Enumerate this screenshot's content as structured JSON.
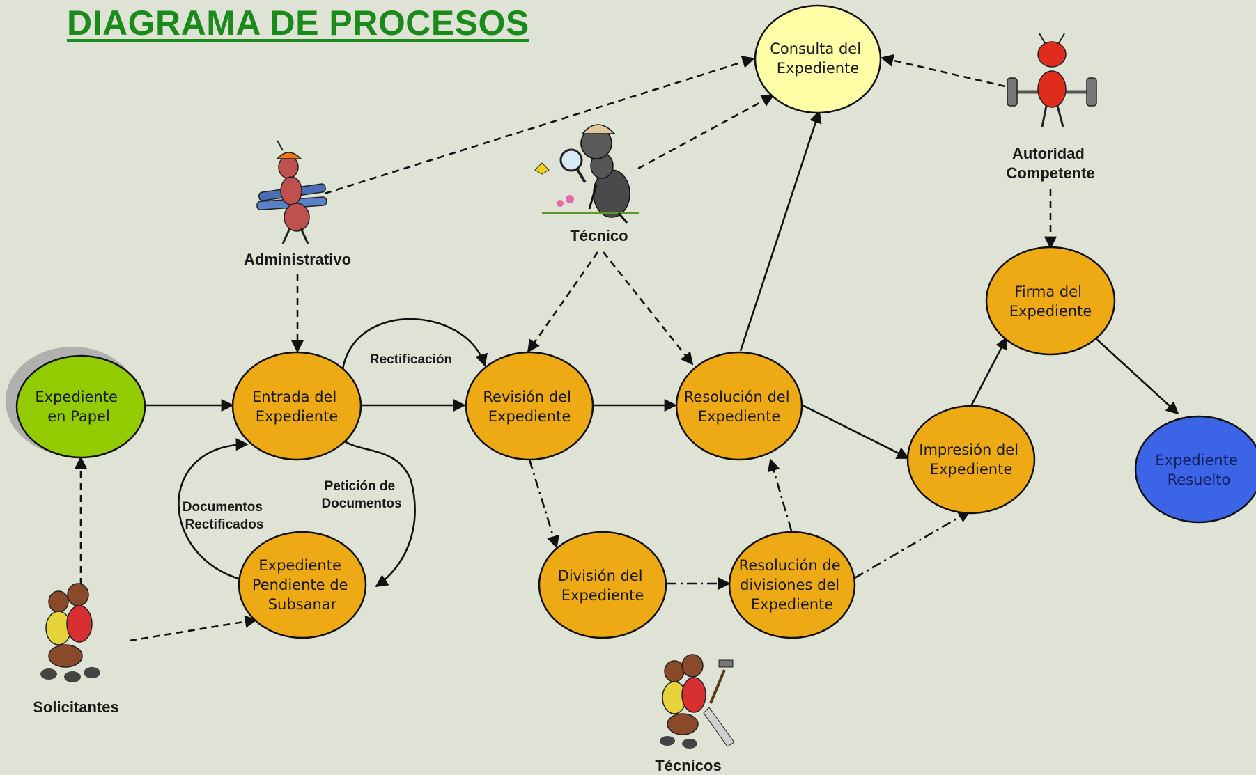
{
  "title": "DIAGRAMA DE PROCESOS",
  "colors": {
    "background": "#dfe3d6",
    "title": "#1a8a1a",
    "process_node": "#eeaa14",
    "start_node": "#92cc00",
    "end_node": "#3b64e6",
    "consult_node": "#ffffa8"
  },
  "nodes": {
    "papel": [
      "Expediente",
      "en Papel"
    ],
    "entrada": [
      "Entrada del",
      "Expediente"
    ],
    "revision": [
      "Revisión del",
      "Expediente"
    ],
    "resolucion": [
      "Resolución del",
      "Expediente"
    ],
    "consulta": [
      "Consulta del",
      "Expediente"
    ],
    "firma": [
      "Firma del",
      "Expediente"
    ],
    "impresion": [
      "Impresión del",
      "Expediente"
    ],
    "resuelto": [
      "Expediente",
      "Resuelto"
    ],
    "pendiente": [
      "Expediente",
      "Pendiente de",
      "Subsanar"
    ],
    "division": [
      "División del",
      "Expediente"
    ],
    "res_divisiones": [
      "Resolución de",
      "divisiones del",
      "Expediente"
    ]
  },
  "edge_labels": {
    "rectificacion": "Rectificación",
    "peticion": [
      "Petición de",
      "Documentos"
    ],
    "documentos": [
      "Documentos",
      "Rectificados"
    ]
  },
  "actors": {
    "administrativo": [
      "Administrativo"
    ],
    "tecnico": [
      "Técnico"
    ],
    "autoridad": [
      "Autoridad",
      "Competente"
    ],
    "solicitantes": [
      "Solicitantes"
    ],
    "tecnicos": [
      "Técnicos"
    ]
  },
  "actor_icons": {
    "administrativo": "ant-carrying-pipes-icon",
    "tecnico": "ant-with-magnifier-icon",
    "autoridad": "red-ant-weightlifter-icon",
    "solicitantes": "two-ants-icon",
    "tecnicos": "two-ants-with-tools-icon"
  }
}
